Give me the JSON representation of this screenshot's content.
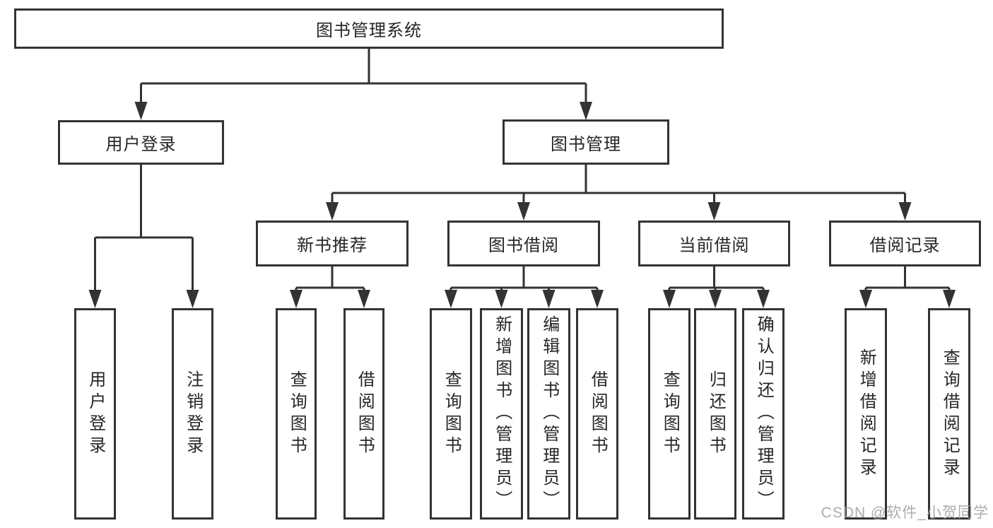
{
  "nodes": {
    "root": "图书管理系统",
    "level2": [
      "用户登录",
      "图书管理"
    ],
    "level3": [
      "新书推荐",
      "图书借阅",
      "当前借阅",
      "借阅记录"
    ],
    "login_children": [
      "用户登录",
      "注销登录"
    ],
    "recommend_children": [
      "查询图书",
      "借阅图书"
    ],
    "borrow_children": [
      "查询图书",
      "新增图书（管理员）",
      "编辑图书（管理员）",
      "借阅图书"
    ],
    "current_children": [
      "查询图书",
      "归还图书",
      "确认归还（管理员）"
    ],
    "records_children": [
      "新增借阅记录",
      "查询借阅记录"
    ]
  },
  "watermark": "CSDN @软件_小贺同学",
  "colors": {
    "line": "#333333",
    "box_border": "#333333",
    "box_fill": "#ffffff",
    "text": "#262626",
    "watermark": "#9e9e9e",
    "background": "#ffffff"
  }
}
